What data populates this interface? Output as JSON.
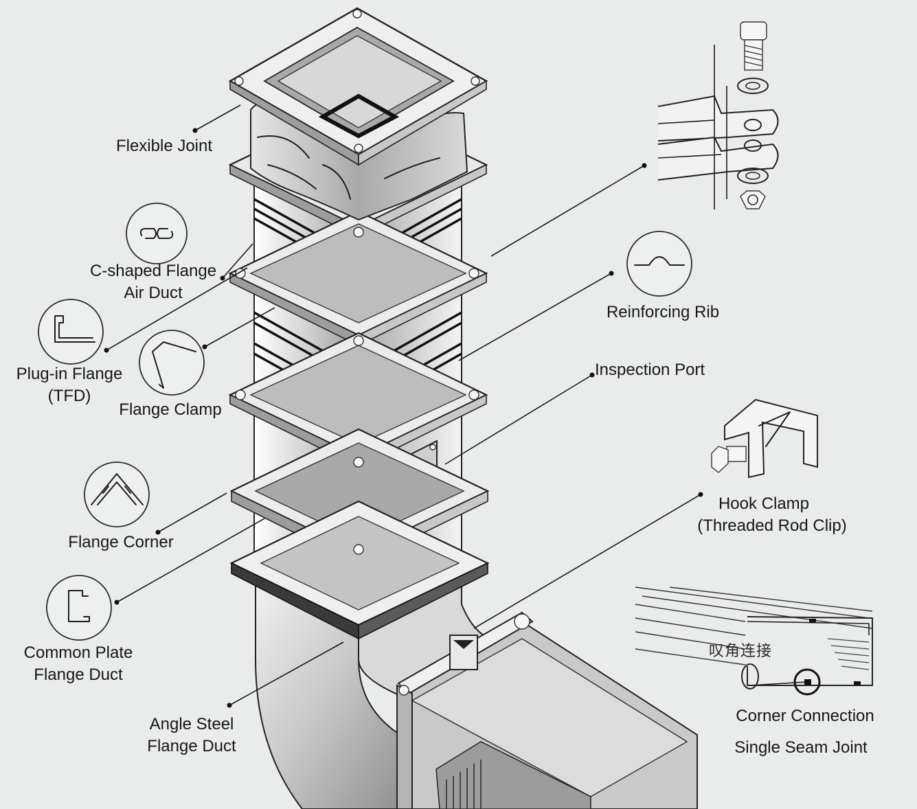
{
  "labels": {
    "flexible_joint": "Flexible Joint",
    "c_flange_1": "C-shaped Flange",
    "c_flange_2": "Air Duct",
    "plugin_1": "Plug-in Flange",
    "plugin_2": "(TFD)",
    "flange_clamp": "Flange Clamp",
    "flange_corner": "Flange Corner",
    "common_plate_1": "Common Plate",
    "common_plate_2": "Flange Duct",
    "angle_steel_1": "Angle Steel",
    "angle_steel_2": "Flange Duct",
    "reinforcing_rib": "Reinforcing Rib",
    "inspection_port": "Inspection Port",
    "hook_clamp_1": "Hook Clamp",
    "hook_clamp_2": "(Threaded Rod Clip)",
    "corner_connection": "Corner Connection",
    "single_seam": "Single Seam Joint",
    "seam_cjk": "叹角连接"
  },
  "colors": {
    "background": "#e9ecea",
    "line": "#1a1a1a",
    "metal_light": "#f2f2f2",
    "metal_mid": "#bdbdbd",
    "metal_dark": "#7d7d7d"
  }
}
